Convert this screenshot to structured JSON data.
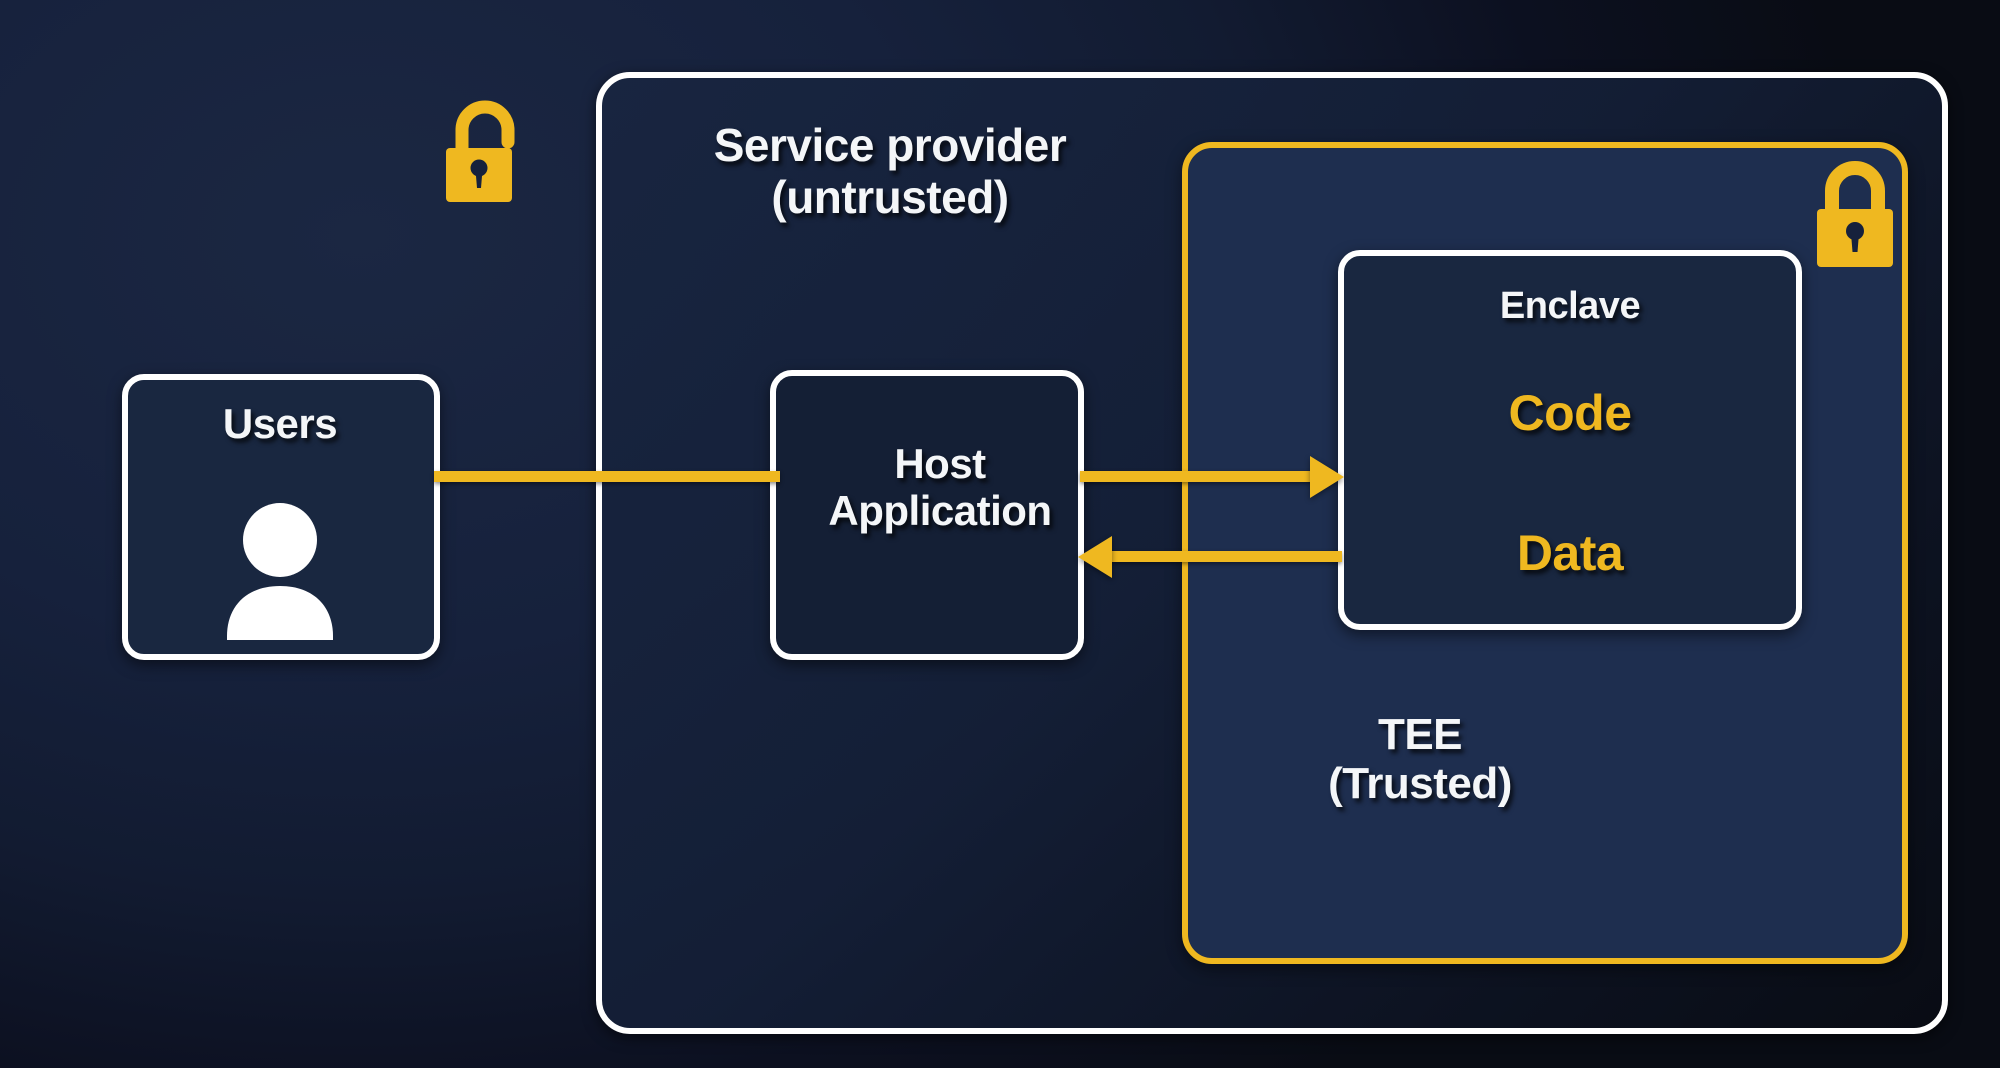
{
  "diagram": {
    "title": "Trusted Execution Environment (TEE) architecture",
    "background_color": "#16213c",
    "accent_color": "#efb820",
    "outline_color": "#ffffff"
  },
  "service_provider": {
    "label": "Service provider\n(untrusted)",
    "lock_icon": "lock-open-icon",
    "trust": "untrusted"
  },
  "tee": {
    "label": "TEE\n(Trusted)",
    "lock_icon": "lock-closed-icon",
    "border_color": "#efb820",
    "trust": "trusted"
  },
  "nodes": [
    {
      "id": "users",
      "label": "Users",
      "icon": "user-icon"
    },
    {
      "id": "host",
      "label": "Host\nApplication",
      "icon": null
    },
    {
      "id": "enclave",
      "label": "Enclave",
      "icon": null
    }
  ],
  "enclave_contents": [
    {
      "label": "Code",
      "color": "#efb820"
    },
    {
      "label": "Data",
      "color": "#efb820"
    }
  ],
  "connections": [
    {
      "id": "users-to-host",
      "from": "users",
      "to": "host",
      "arrow": "none",
      "color": "#efb820"
    },
    {
      "id": "host-to-enclave",
      "from": "host",
      "to": "enclave",
      "arrow": "right",
      "color": "#efb820"
    },
    {
      "id": "enclave-to-host",
      "from": "enclave",
      "to": "host",
      "arrow": "left",
      "color": "#efb820"
    }
  ]
}
